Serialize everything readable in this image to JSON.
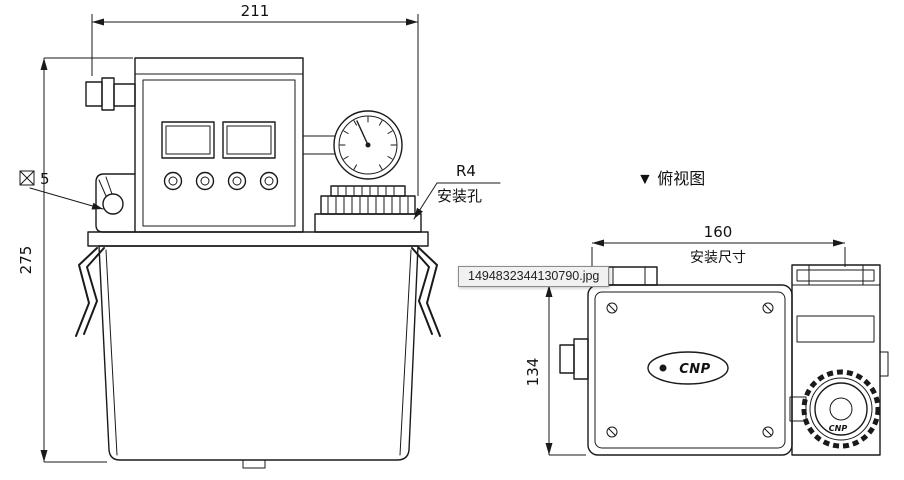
{
  "front_view": {
    "dim_width": "211",
    "dim_height": "275",
    "square_note": "5",
    "hole_callout_line1": "R4",
    "hole_callout_line2": "安装孔"
  },
  "top_view": {
    "title": "▼ 俯视图",
    "dim_width": "160",
    "dim_width_note": "安装尺寸",
    "dim_depth": "134",
    "logo_text": "CNP",
    "knob_text": "CNP"
  },
  "overlay": {
    "filename": "1494832344130790.jpg"
  },
  "colors": {
    "line": "#1a1a1a",
    "background": "#ffffff",
    "tooltip_background": "#f1f1f1",
    "tooltip_border": "#8b8b8b"
  }
}
